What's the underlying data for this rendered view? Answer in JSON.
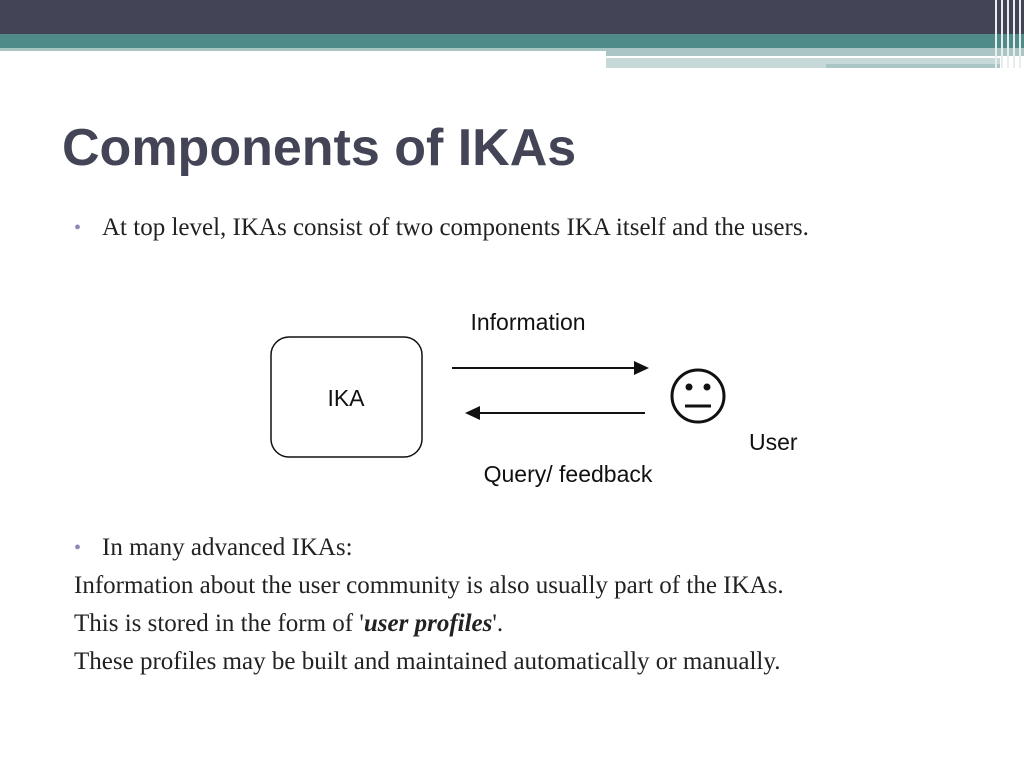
{
  "slide": {
    "title": "Components of IKAs",
    "bullets": [
      "At top level, IKAs consist of two components IKA itself and the users.",
      "In many advanced IKAs:"
    ],
    "paragraph_1": "Information about the user community is also usually part of the IKAs.",
    "paragraph_2_prefix": "This is stored in the form of '",
    "paragraph_2_emphasis": "user profiles",
    "paragraph_2_suffix": "'.",
    "paragraph_3": "These profiles may be built and maintained automatically or manually."
  },
  "diagram": {
    "box_label": "IKA",
    "top_arrow_label": "Information",
    "bottom_arrow_label": "Query/ feedback",
    "user_label": "User",
    "user_icon": "neutral-face-icon"
  },
  "colors": {
    "header_dark": "#434557",
    "header_teal": "#4f8b89",
    "title": "#434557",
    "bullet_dot": "#8f86b8"
  }
}
